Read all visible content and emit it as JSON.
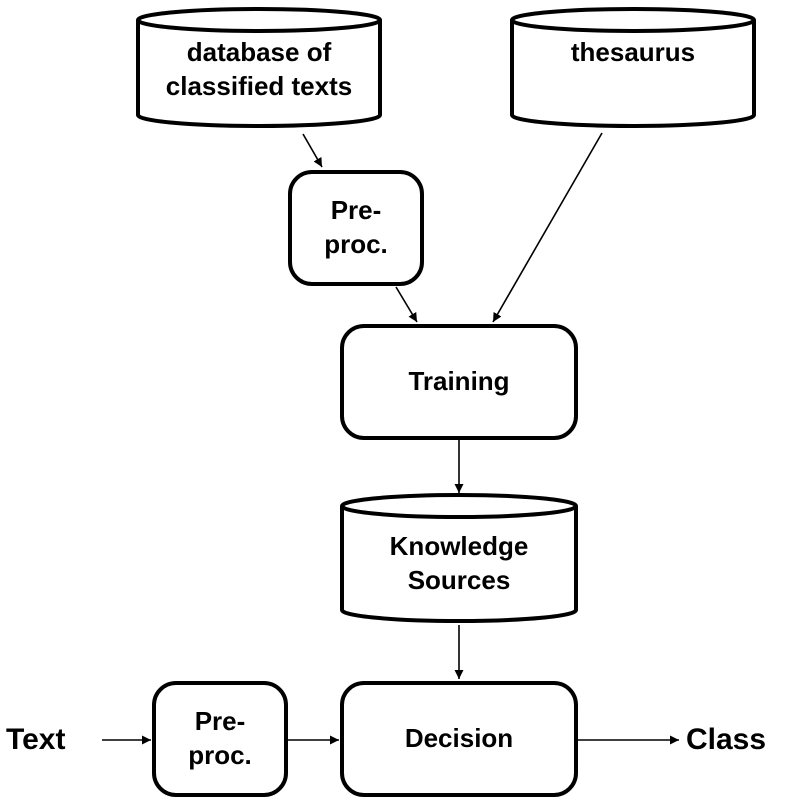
{
  "nodes": {
    "database": {
      "lines": [
        "database of",
        "classified texts"
      ],
      "shape": "cylinder"
    },
    "thesaurus": {
      "lines": [
        "thesaurus"
      ],
      "shape": "cylinder"
    },
    "preproc_top": {
      "lines": [
        "Pre-",
        "proc."
      ],
      "shape": "rounded-box"
    },
    "training": {
      "lines": [
        "Training"
      ],
      "shape": "rounded-box"
    },
    "knowledge": {
      "lines": [
        "Knowledge",
        "Sources"
      ],
      "shape": "cylinder"
    },
    "preproc_bottom": {
      "lines": [
        "Pre-",
        "proc."
      ],
      "shape": "rounded-box"
    },
    "decision": {
      "lines": [
        "Decision"
      ],
      "shape": "rounded-box"
    },
    "input_text": {
      "lines": [
        "Text"
      ],
      "shape": "label"
    },
    "output_class": {
      "lines": [
        "Class"
      ],
      "shape": "label"
    }
  },
  "edges": [
    {
      "from": "database",
      "to": "preproc_top"
    },
    {
      "from": "preproc_top",
      "to": "training"
    },
    {
      "from": "thesaurus",
      "to": "training"
    },
    {
      "from": "training",
      "to": "knowledge"
    },
    {
      "from": "knowledge",
      "to": "decision"
    },
    {
      "from": "input_text",
      "to": "preproc_bottom"
    },
    {
      "from": "preproc_bottom",
      "to": "decision"
    },
    {
      "from": "decision",
      "to": "output_class"
    }
  ],
  "colors": {
    "stroke": "#000000",
    "fill": "#ffffff",
    "text": "#000000"
  }
}
